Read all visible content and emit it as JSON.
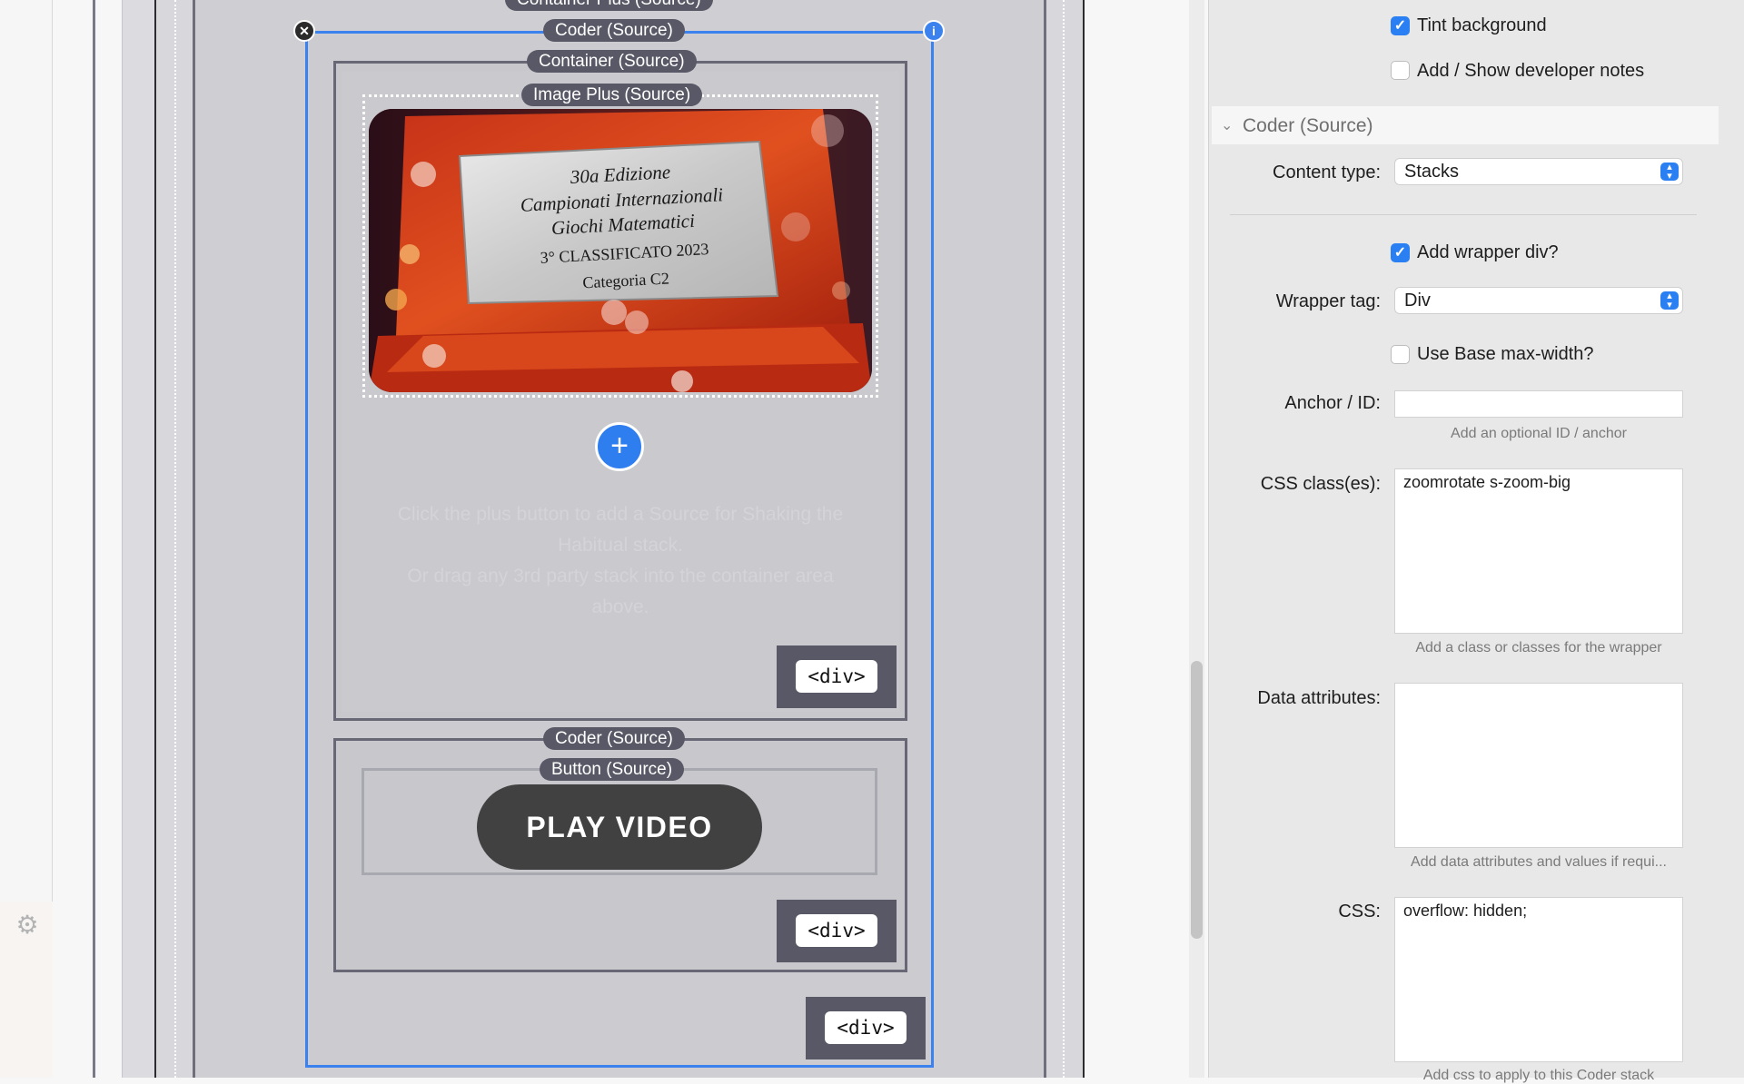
{
  "canvas": {
    "outer_container_label": "Container Plus (Source)",
    "coder_label": "Coder (Source)",
    "container_label": "Container (Source)",
    "image_plus_label": "Image Plus (Source)",
    "photo_plaque": {
      "line1": "30a Edizione",
      "line2": "Campionati Internazionali",
      "line3": "Giochi Matematici",
      "line4": "3° CLASSIFICATO 2023",
      "line5": "Categoria C2"
    },
    "hint_line1": "Click the plus button to add a Source for Shaking the",
    "hint_line2": "Habitual stack.",
    "hint_line3": "Or drag any 3rd party stack into the container area",
    "hint_line4": "above.",
    "div_tag": "<div>",
    "coder2_label": "Coder (Source)",
    "button_label": "Button (Source)",
    "play_button": "PLAY VIDEO"
  },
  "inspector": {
    "tint_background": {
      "label": "Tint background",
      "checked": true
    },
    "developer_notes": {
      "label": "Add / Show developer notes",
      "checked": false
    },
    "section_title": "Coder (Source)",
    "content_type": {
      "label": "Content type:",
      "value": "Stacks"
    },
    "add_wrapper": {
      "label": "Add wrapper div?",
      "checked": true
    },
    "wrapper_tag": {
      "label": "Wrapper tag:",
      "value": "Div"
    },
    "base_max_width": {
      "label": "Use Base max-width?",
      "checked": false
    },
    "anchor": {
      "label": "Anchor / ID:",
      "value": "",
      "help": "Add an optional ID / anchor"
    },
    "css_classes": {
      "label": "CSS class(es):",
      "value": "zoomrotate s-zoom-big",
      "help": "Add a class or classes for the wrapper"
    },
    "data_attributes": {
      "label": "Data attributes:",
      "value": "",
      "help": "Add data attributes and values if requi..."
    },
    "css": {
      "label": "CSS:",
      "value": "overflow: hidden;",
      "help": "Add css to apply to this Coder stack"
    }
  }
}
